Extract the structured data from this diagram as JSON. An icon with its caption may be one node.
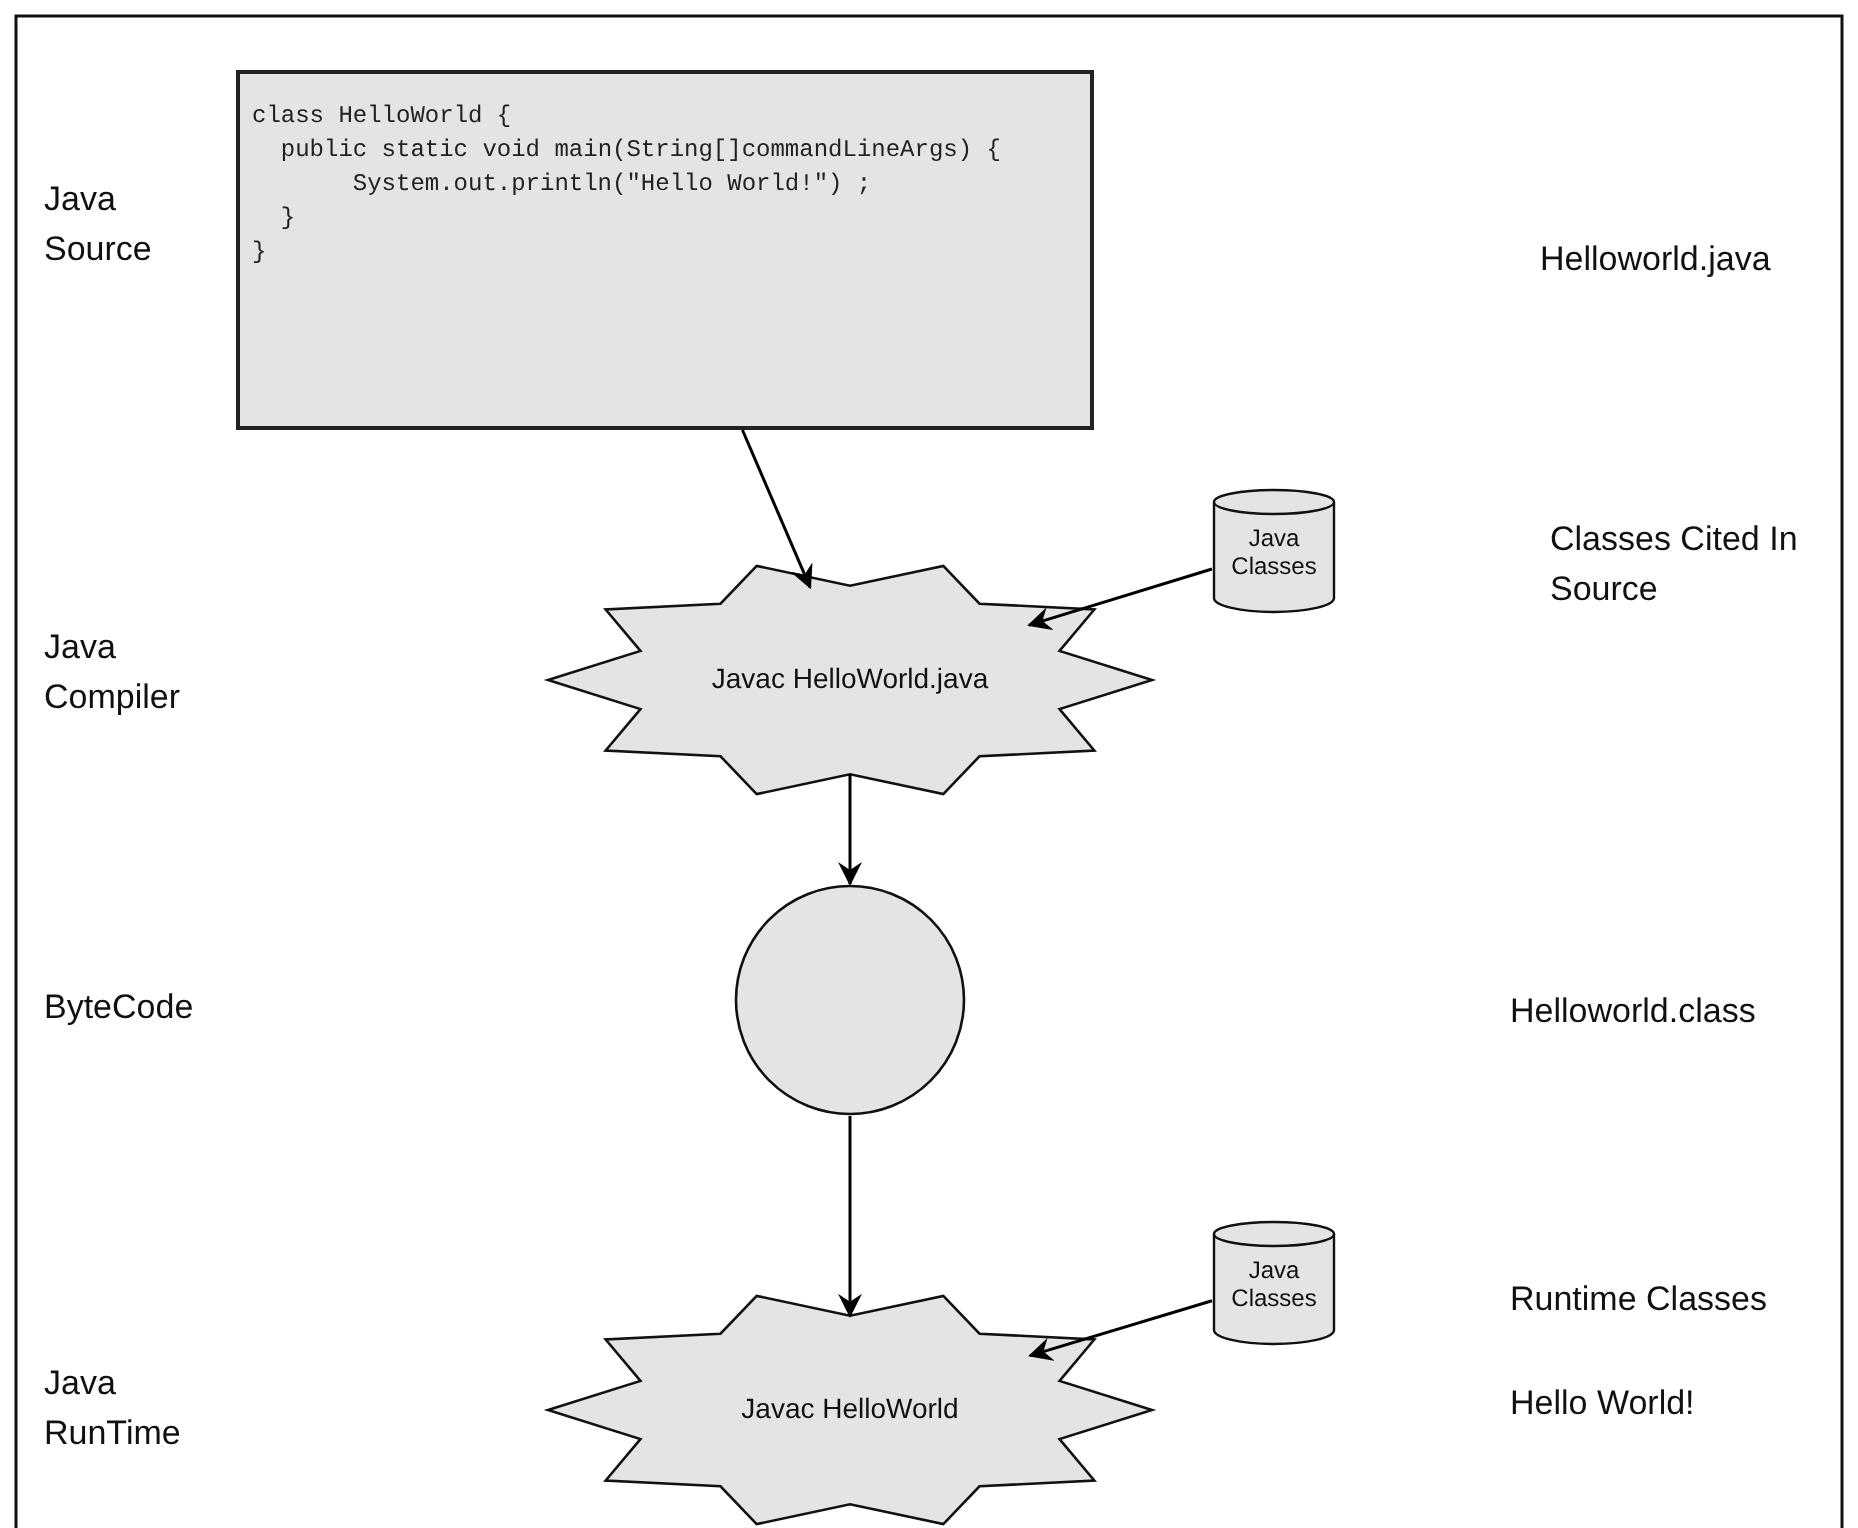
{
  "diagram": {
    "nodes": [
      {
        "text": [
          "class HelloWorld {",
          "public static void main(String[]commandLineArgs) {",
          "System.out.println(\"Hello World!\") ;",
          "}",
          "}"
        ]
      },
      {
        "text": [
          "Javac HelloWorld.java"
        ]
      },
      {
        "text": [
          "Java Classes"
        ]
      },
      {
        "text": [],
        "shape": "circle"
      },
      {
        "text": [
          "Javac HelloWorld"
        ]
      },
      {
        "text": [
          "Java Classes"
        ]
      }
    ],
    "edges": [
      {
        "from": 0,
        "to": 1,
        "arrow": "to"
      },
      {
        "from": 2,
        "to": 1,
        "arrow": "to"
      },
      {
        "from": 1,
        "to": 3,
        "arrow": "to"
      },
      {
        "from": 3,
        "to": 4,
        "arrow": "to"
      },
      {
        "from": 5,
        "to": 4,
        "arrow": "to"
      }
    ],
    "labels": [
      "Java Source",
      "Helloworld.java",
      "Classes Cited In Source",
      "Java Compiler",
      "ByteCode",
      "Helloworld.class",
      "Runtime Classes",
      "Java RunTime",
      "Hello World!"
    ]
  }
}
